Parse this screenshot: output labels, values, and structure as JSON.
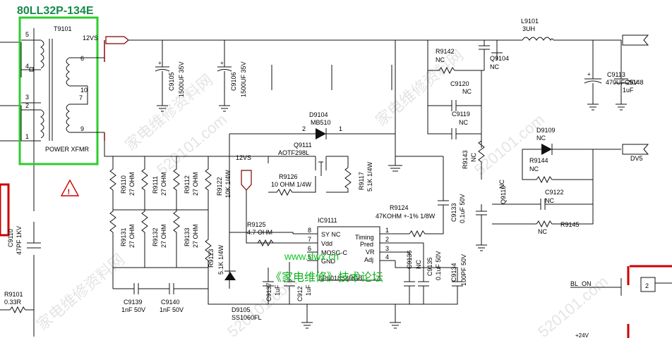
{
  "title": "80LL32P-134E",
  "transformer": {
    "ref": "T9101",
    "name": "POWER XFMR",
    "pins_left": [
      "5",
      "4",
      "3",
      "2",
      "1"
    ],
    "pins_right": [
      "6",
      "10",
      "7",
      "9"
    ]
  },
  "rails": {
    "v12_top": "12VS",
    "v12_mid": "12VS",
    "dv5": "DV5",
    "bl_on": "BL_ON",
    "v24": "+24V"
  },
  "components": {
    "C9105": {
      "ref": "C9105",
      "value": "1500UF 35V"
    },
    "C9106": {
      "ref": "C9106",
      "value": "1500UF 35V"
    },
    "D9104": {
      "ref": "D9104",
      "value": "MB510",
      "pin_a": "2",
      "pin_k": "1"
    },
    "Q9111": {
      "ref": "Q9111",
      "value": "AOTF298L"
    },
    "L9101": {
      "ref": "L9101",
      "value": "3UH"
    },
    "R9142": {
      "ref": "R9142",
      "value": "NC"
    },
    "Q9104": {
      "ref": "Q9104",
      "value": "NC"
    },
    "C9113": {
      "ref": "C9113",
      "value": "470UF 25V"
    },
    "C9148": {
      "ref": "C9148",
      "value": "1uF"
    },
    "C9120": {
      "ref": "C9120",
      "value": "NC"
    },
    "C9119": {
      "ref": "C9119",
      "value": "NC"
    },
    "D9109": {
      "ref": "D9109",
      "value": "NC"
    },
    "R9144": {
      "ref": "R9144",
      "value": "NC"
    },
    "R9143": {
      "ref": "R9143",
      "value": "NC"
    },
    "Q9110": {
      "ref": "Q9110",
      "value": "NC"
    },
    "C9122": {
      "ref": "C9122",
      "value": "NC"
    },
    "R9145": {
      "ref": "R9145",
      "value": "NC"
    },
    "R9110": {
      "ref": "R9110",
      "value": "27 OHM"
    },
    "R9111": {
      "ref": "R9111",
      "value": "27 OHM"
    },
    "R9112": {
      "ref": "R9112",
      "value": "27 OHM"
    },
    "R9131": {
      "ref": "R9131",
      "value": "27 OHM"
    },
    "R9132": {
      "ref": "R9132",
      "value": "27 OHM"
    },
    "R9133": {
      "ref": "R9133",
      "value": "27 OHM"
    },
    "R9122": {
      "ref": "R9122",
      "value": "10K 1/4W"
    },
    "R9126": {
      "ref": "R9126",
      "value": "10 OHM 1/4W"
    },
    "R9117": {
      "ref": "R9117",
      "value": "5.1K 1/4W"
    },
    "R9124": {
      "ref": "R9124",
      "value": "47KOHM +-1% 1/8W"
    },
    "C9133": {
      "ref": "C9133",
      "value": "0.1uF 50V"
    },
    "R9125": {
      "ref": "R9125",
      "value": "4.7 OHM"
    },
    "R9123": {
      "ref": "R9123",
      "value": "5.1K 1/4W"
    },
    "C9139": {
      "ref": "C9139",
      "value": "1nF 50V"
    },
    "C9140": {
      "ref": "C9140",
      "value": "1nF 50V"
    },
    "D9105": {
      "ref": "D9105",
      "value": "SS1060FL"
    },
    "C9137": {
      "ref": "C9137",
      "value": "1uF"
    },
    "C9128": {
      "ref": "C912",
      "value": "1uF"
    },
    "C9136": {
      "ref": "C9136",
      "value": "NC"
    },
    "C9135": {
      "ref": "C9135",
      "value": "0.1uF 50V"
    },
    "C9134": {
      "ref": "C9134",
      "value": "100PF 50V"
    },
    "C9110": {
      "ref": "C9110",
      "value": "47PF 1KV"
    },
    "R9101": {
      "ref": "R9101",
      "value": "0.33R"
    }
  },
  "ic": {
    "ref": "IC9111",
    "part": "SP6018S8RGB",
    "pins_left": [
      {
        "num": "8",
        "name": "SY NC"
      },
      {
        "num": "7",
        "name": "Vdd"
      },
      {
        "num": "6",
        "name": "MOSG-C"
      },
      {
        "num": "5",
        "name": "GND"
      }
    ],
    "pins_right": [
      {
        "num": "1",
        "name": "Timing"
      },
      {
        "num": "2",
        "name": "Pred"
      },
      {
        "num": "3",
        "name": "VR"
      },
      {
        "num": "4",
        "name": "Adj"
      }
    ]
  },
  "connector_pin": "2",
  "watermarks": {
    "site": "www.dwx.cn",
    "forum": "《家电维修》技术论坛",
    "cn_a": "家电维修资料网",
    "cn_b": "家电维修资料网",
    "cn_c": "家电维修资料网",
    "num_a": "520101.com",
    "num_b": "520101.com",
    "num_c": "520101.com",
    "num_d": "520101.com"
  },
  "colors": {
    "wire": "#111111",
    "highlight_box": "#2ecc2e",
    "primary_side": "#800000",
    "title": "#18894a",
    "warning": "#cc0000"
  }
}
